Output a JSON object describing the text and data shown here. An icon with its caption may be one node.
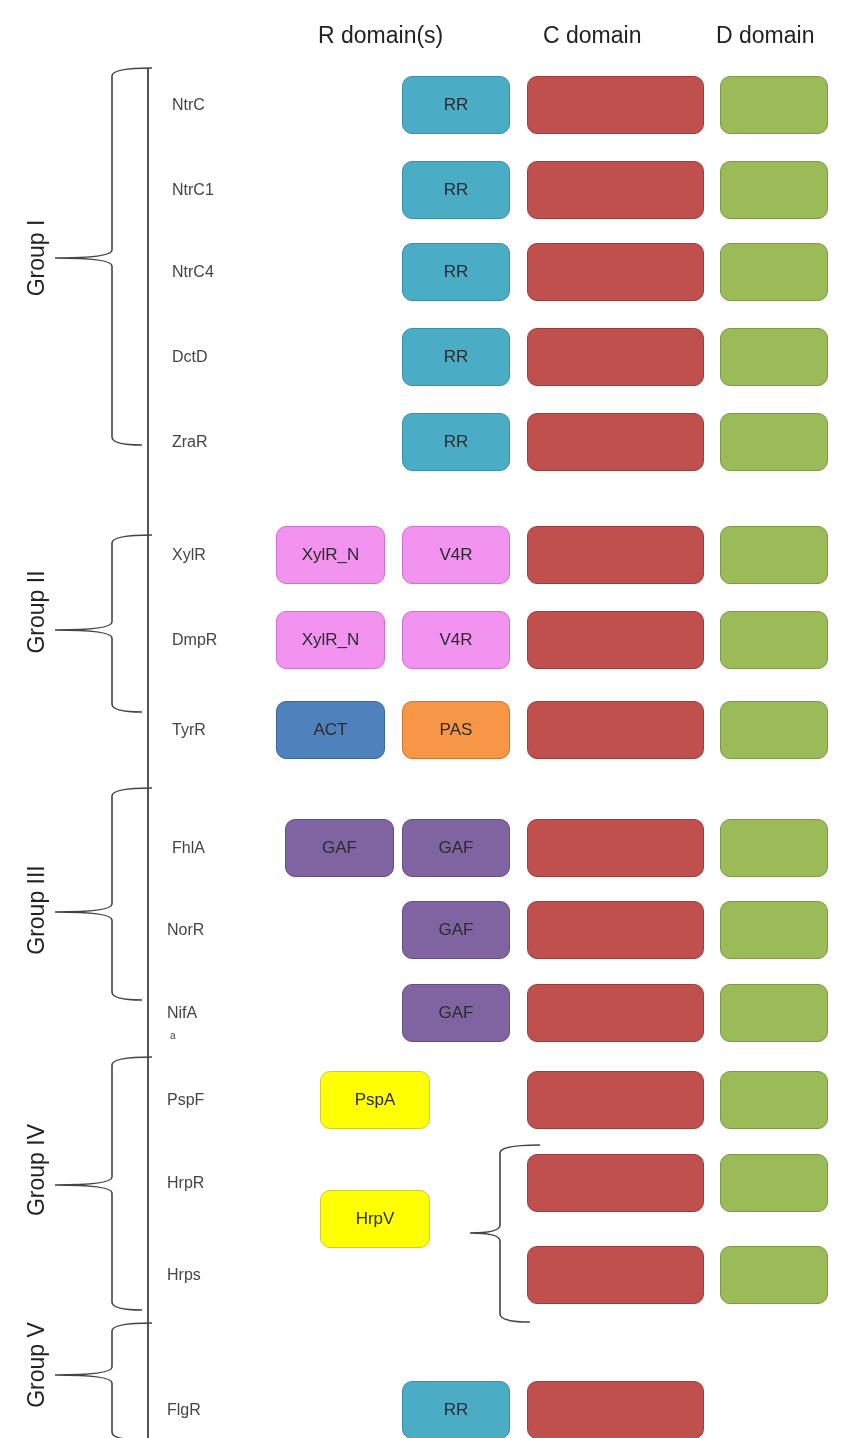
{
  "diagram": {
    "nodes": [
      {
        "text": [
          "RR"
        ]
      },
      {
        "text": [],
        "shape": "box"
      },
      {
        "text": [],
        "shape": "box"
      },
      {
        "text": [
          "RR"
        ]
      },
      {
        "text": [],
        "shape": "box"
      },
      {
        "text": [],
        "shape": "box"
      },
      {
        "text": [
          "RR"
        ]
      },
      {
        "text": [],
        "shape": "box"
      },
      {
        "text": [],
        "shape": "box"
      },
      {
        "text": [
          "RR"
        ]
      },
      {
        "text": [],
        "shape": "box"
      },
      {
        "text": [],
        "shape": "box"
      },
      {
        "text": [
          "RR"
        ]
      },
      {
        "text": [],
        "shape": "box"
      },
      {
        "text": [],
        "shape": "box"
      },
      {
        "text": [
          "XylR_N"
        ]
      },
      {
        "text": [
          "V4R"
        ]
      },
      {
        "text": [],
        "shape": "box"
      },
      {
        "text": [],
        "shape": "box"
      },
      {
        "text": [
          "XylR_N"
        ]
      },
      {
        "text": [
          "V4R"
        ]
      },
      {
        "text": [],
        "shape": "box"
      },
      {
        "text": [],
        "shape": "box"
      },
      {
        "text": [
          "ACT"
        ]
      },
      {
        "text": [
          "PAS"
        ]
      },
      {
        "text": [],
        "shape": "box"
      },
      {
        "text": [],
        "shape": "box"
      },
      {
        "text": [
          "GAF"
        ]
      },
      {
        "text": [
          "GAF"
        ]
      },
      {
        "text": [],
        "shape": "box"
      },
      {
        "text": [],
        "shape": "box"
      },
      {
        "text": [
          "GAF"
        ]
      },
      {
        "text": [],
        "shape": "box"
      },
      {
        "text": [],
        "shape": "box"
      },
      {
        "text": [
          "GAF"
        ]
      },
      {
        "text": [],
        "shape": "box"
      },
      {
        "text": [],
        "shape": "box"
      },
      {
        "text": [
          "PspA"
        ]
      },
      {
        "text": [],
        "shape": "box"
      },
      {
        "text": [],
        "shape": "box"
      },
      {
        "text": [],
        "shape": "box"
      },
      {
        "text": [],
        "shape": "box"
      },
      {
        "text": [
          "HrpV"
        ]
      },
      {
        "text": [],
        "shape": "box"
      },
      {
        "text": [],
        "shape": "box"
      },
      {
        "text": [
          "RR"
        ]
      },
      {
        "text": [],
        "shape": "box"
      }
    ],
    "edges": [],
    "labels": [
      "R domain(s)",
      "C domain",
      "D domain",
      "Group I",
      "NtrC",
      "NtrC1",
      "NtrC4",
      "DctD",
      "ZraR",
      "Group II",
      "XylR",
      "DmpR",
      "TyrR",
      "Group III",
      "FhlA",
      "NorR",
      "NifA",
      "a",
      "Group IV",
      "PspF",
      "HrpR",
      "Hrps",
      "Group V",
      "FlgR"
    ]
  }
}
